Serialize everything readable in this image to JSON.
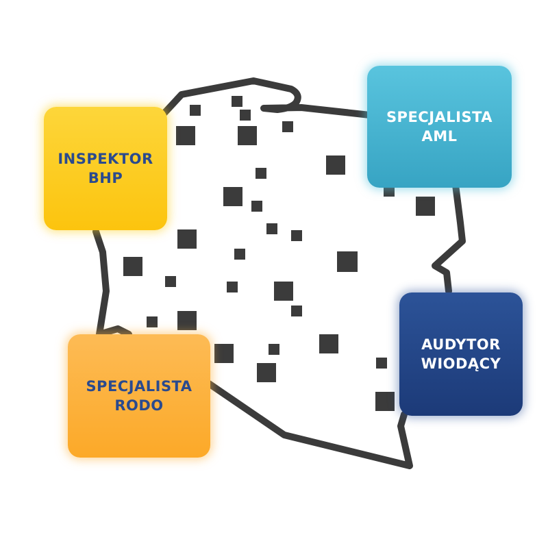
{
  "colors": {
    "outline": "#3b3b3b",
    "marker": "#3b3b3b",
    "yellow": "#fcc40e",
    "teal": "#37a4c3",
    "orange": "#fca928",
    "navy": "#1c3a78"
  },
  "cards": {
    "inspektor_bhp": "INSPEKTOR\nBHP",
    "specjalista_aml": "SPECJALISTA\nAML",
    "specjalista_rodo": "SPECJALISTA\nRODO",
    "audytor_wiodacy": "AUDYTOR\nWIODĄCY"
  }
}
